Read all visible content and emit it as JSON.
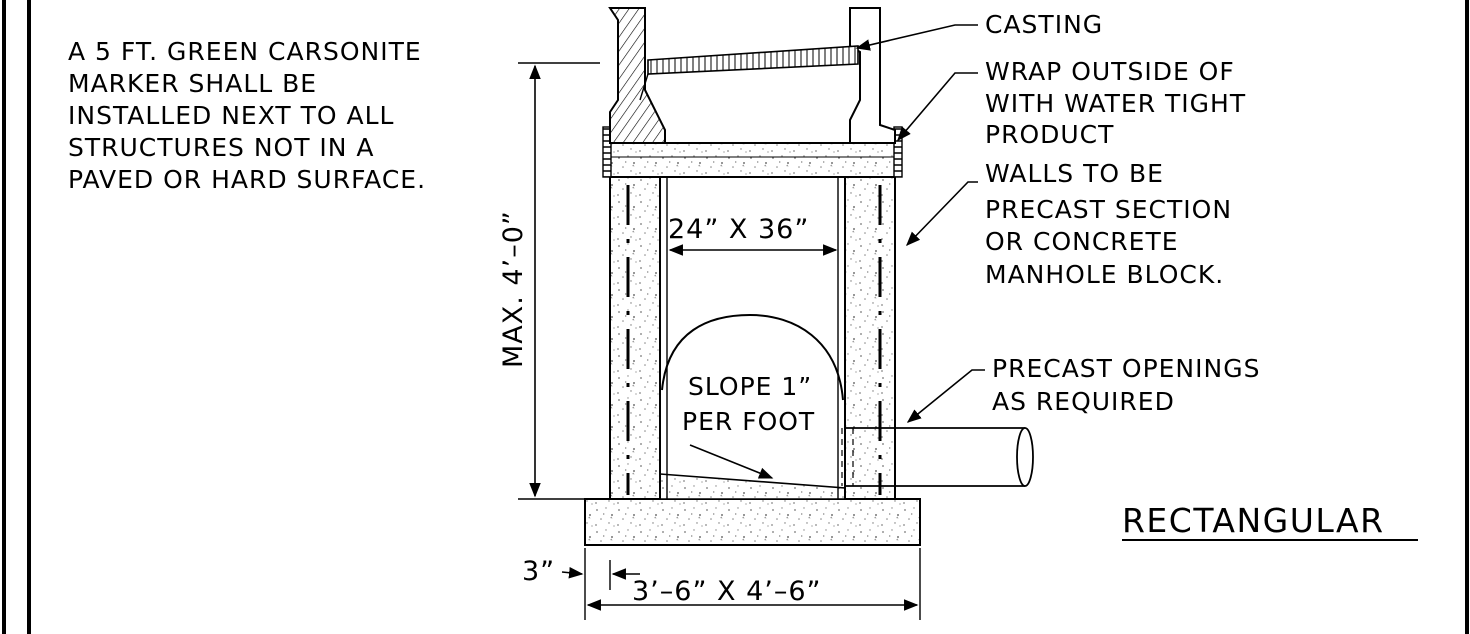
{
  "note": {
    "lines": [
      "A 5 FT. GREEN CARSONITE",
      "MARKER SHALL BE",
      "INSTALLED NEXT TO ALL",
      "STRUCTURES NOT IN A",
      "PAVED OR HARD SURFACE."
    ]
  },
  "callouts": {
    "casting": {
      "lines": [
        "CASTING"
      ]
    },
    "wrap": {
      "lines": [
        "WRAP OUTSIDE OF",
        "WITH WATER TIGHT",
        "PRODUCT"
      ]
    },
    "walls": {
      "lines": [
        "WALLS TO BE",
        "PRECAST  SECTION",
        "OR CONCRETE",
        "MANHOLE BLOCK."
      ]
    },
    "openings": {
      "lines": [
        "PRECAST OPENINGS",
        "AS REQUIRED"
      ]
    }
  },
  "dimensions": {
    "height": "MAX. 4’–0”",
    "opening": "24”  X  36”",
    "base": "3’–6”  X  4’–6”",
    "offset": "3”"
  },
  "slope": {
    "lines": [
      "SLOPE 1”",
      "PER FOOT"
    ]
  },
  "title": "RECTANGULAR"
}
